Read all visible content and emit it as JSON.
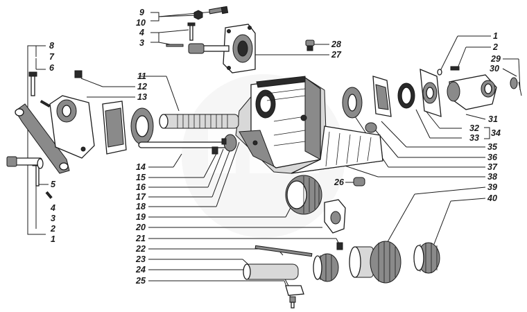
{
  "diagram": {
    "labels": [
      "9",
      "10",
      "4",
      "3",
      "28",
      "27",
      "8",
      "7",
      "6",
      "12",
      "13",
      "11",
      "1",
      "2",
      "29",
      "30",
      "31",
      "32",
      "33",
      "34",
      "35",
      "36",
      "37",
      "38",
      "14",
      "15",
      "16",
      "17",
      "18",
      "19",
      "5",
      "4",
      "3",
      "2",
      "1",
      "26",
      "39",
      "40",
      "20",
      "21",
      "22",
      "23",
      "24",
      "25"
    ]
  },
  "colors": {
    "ink": "#1a1a1a",
    "background": "#ffffff"
  }
}
